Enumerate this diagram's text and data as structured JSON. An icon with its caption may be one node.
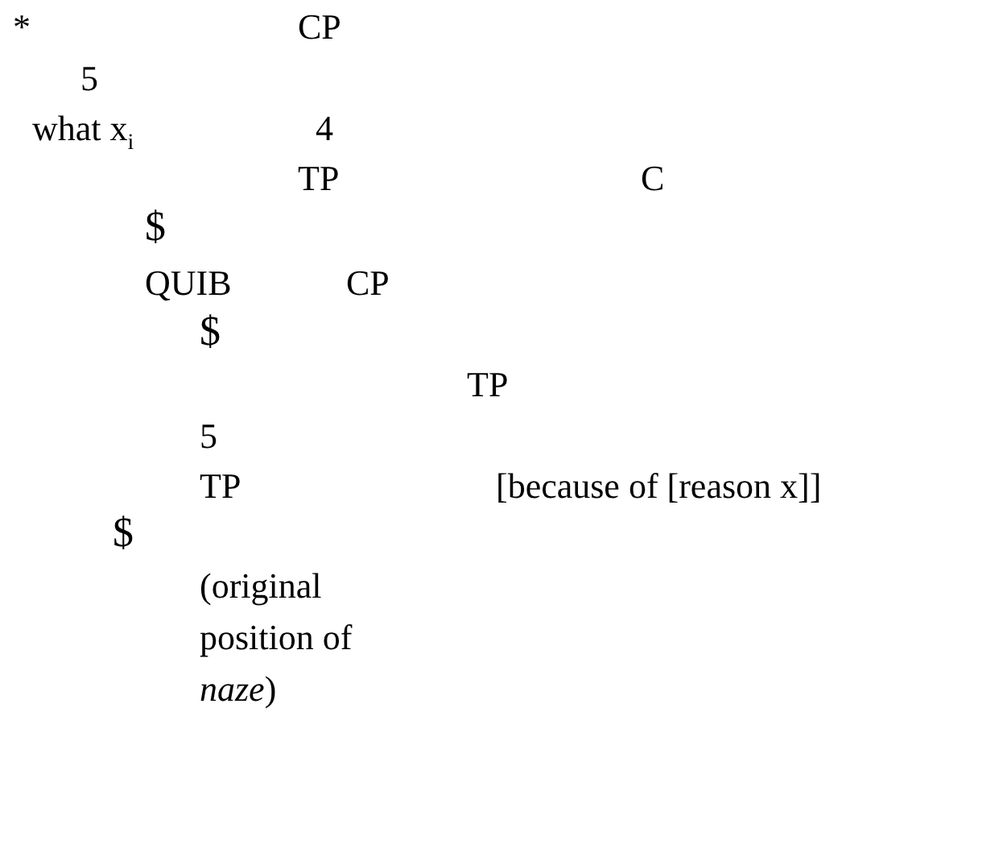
{
  "diagram": {
    "labels": [
      "*",
      "CP",
      "5",
      "what x$_{i}$",
      "4",
      "TP",
      "C",
      "$",
      "QUIB",
      "CP",
      "$",
      "TP",
      "5",
      "TP",
      "[because of [reason x]]",
      "$",
      "(original",
      "position of",
      "*naze*)"
    ]
  }
}
